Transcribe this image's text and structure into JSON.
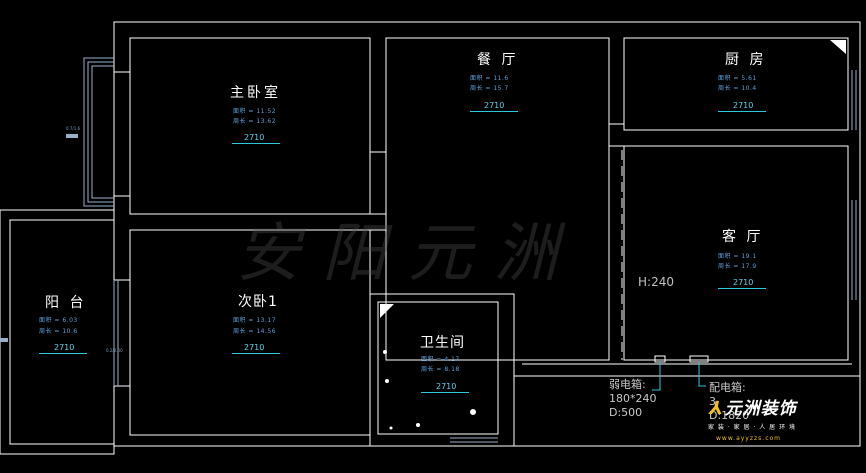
{
  "watermark": "安阳元洲",
  "level_mark": "2710",
  "rooms": {
    "master": {
      "name": "主卧室",
      "area": "面积 = 11.52",
      "perimeter": "周长 = 13.62"
    },
    "dining": {
      "name": "餐 厅",
      "area": "面积 = 11.6",
      "perimeter": "周长 = 15.7"
    },
    "kitchen": {
      "name": "厨 房",
      "area": "面积 = 5.61",
      "perimeter": "周长 = 10.4"
    },
    "living": {
      "name": "客 厅",
      "area": "面积 = 19.1",
      "perimeter": "周长 = 17.9"
    },
    "second": {
      "name": "次卧1",
      "area": "面积 = 13.17",
      "perimeter": "周长 = 14.56"
    },
    "balcony": {
      "name": "阳 台",
      "area": "面积 = 6.03",
      "perimeter": "周长 = 10.6"
    },
    "bath": {
      "name": "卫生间",
      "area": "面积 = 4.17",
      "perimeter": "周长 = 8.18"
    }
  },
  "h_label": "H:240",
  "weak_box": {
    "title": "弱电箱:",
    "size": "180*240",
    "depth": "D:500"
  },
  "power_box": {
    "title": "配电箱:",
    "size": "3",
    "depth": "D:1820"
  },
  "small_labels": {
    "left_window": "0.7/1.6",
    "balcony_door": "0.2/2.00"
  },
  "logo": {
    "name": "元洲装饰",
    "tagline": "家 装 · 家 居 · 人 居 环 境",
    "url": "www.ayyzzs.com"
  },
  "colors": {
    "background": "#000000",
    "wall": "#ffffff",
    "dimension": "#2ec8dc",
    "stat_text": "#5fa0d8",
    "logo_accent": "#f0c020"
  }
}
